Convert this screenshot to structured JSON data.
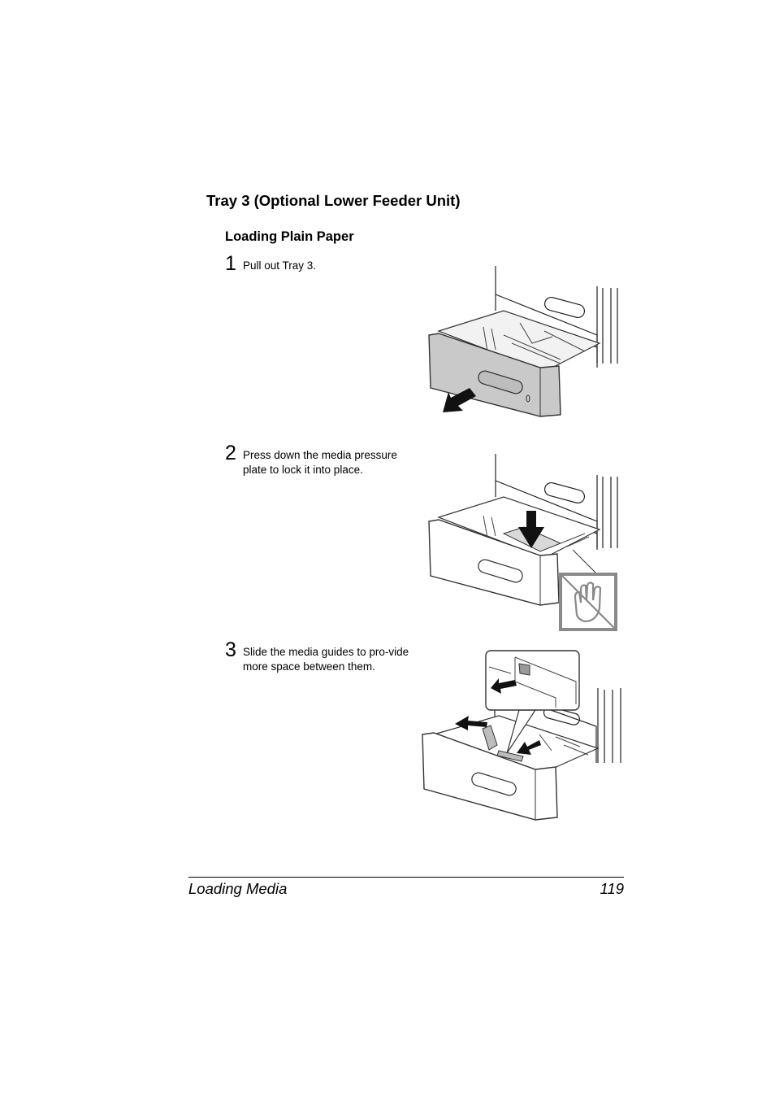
{
  "section_title": "Tray 3 (Optional Lower Feeder Unit)",
  "subsection_title": "Loading Plain Paper",
  "steps": [
    {
      "number": "1",
      "text": "Pull out Tray 3."
    },
    {
      "number": "2",
      "text": "Press down the media pressure plate to lock it into place."
    },
    {
      "number": "3",
      "text": "Slide the media guides to pro-vide more space between them."
    }
  ],
  "footer": {
    "section": "Loading Media",
    "page": "119"
  }
}
